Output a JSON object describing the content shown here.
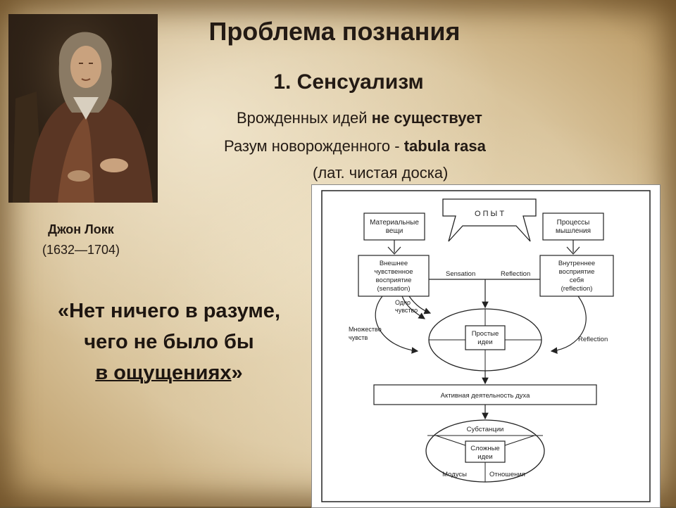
{
  "slide": {
    "title": "Проблема познания",
    "subtitle": "1. Сенсуализм",
    "line1_normal": "Врожденных идей ",
    "line1_bold": "не существует",
    "line2_normal": "Разум новорожденного - ",
    "line2_bold": "tabula rasa",
    "line3": "(лат. чистая доска)"
  },
  "author": {
    "name": "Джон Локк",
    "years": "(1632—1704)"
  },
  "quote": {
    "line1": "«Нет ничего в разуме,",
    "line2": "чего не было бы",
    "line3_underlined": "в ощущениях",
    "line3_end": "»"
  },
  "diagram": {
    "experience": "О П Ы Т",
    "material_things": [
      "Материальные",
      "вещи"
    ],
    "thinking_processes": [
      "Процессы",
      "мышления"
    ],
    "external_perception": [
      "Внешнее",
      "чувственное",
      "восприятие",
      "(sensation)"
    ],
    "internal_perception": [
      "Внутреннее",
      "восприятие",
      "себя",
      "(reflection)"
    ],
    "sensation_label": "Sensation",
    "reflection_label": "Reflection",
    "one_sense": [
      "Одно",
      "чувство"
    ],
    "many_senses": [
      "Множество",
      "чувств"
    ],
    "reflection_right": "Reflection",
    "simple_ideas": [
      "Простые",
      "идеи"
    ],
    "active_mind": "Активная деятельность духа",
    "substances": "Субстанции",
    "complex_ideas": [
      "Сложные",
      "идеи"
    ],
    "modes": "Модусы",
    "relations": "Отношения"
  },
  "colors": {
    "text": "#231a14",
    "parchment": "#e0cda6",
    "diagram_bg": "#ffffff"
  }
}
